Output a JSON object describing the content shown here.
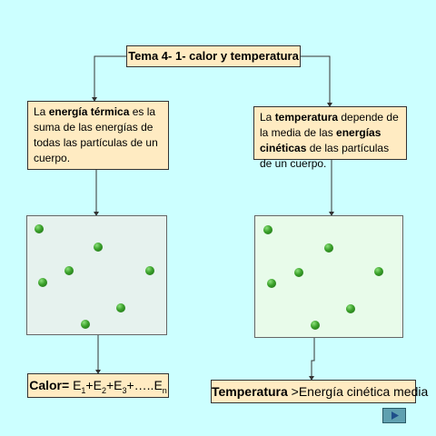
{
  "title": "Tema 4- 1- calor y temperatura",
  "left": {
    "desc_pre": "La ",
    "desc_term": "energía térmica",
    "desc_post": " es la suma de las energías de todas las partículas de un cuerpo.",
    "formula_label": "Calor=",
    "formula_terms": [
      "E",
      "1",
      "+E",
      "2",
      "+E",
      "3",
      "+…..E",
      "n"
    ]
  },
  "right": {
    "desc_pre": "La ",
    "desc_term1": "temperatura",
    "desc_mid": " depende de la media de las ",
    "desc_term2": "energías cinéticas",
    "desc_post": " de las partículas de un cuerpo.",
    "formula_label": "Temperatura",
    "formula_rest": " >Energía cinética media"
  },
  "particle_color": "#3aa02a",
  "background_color": "#ccffff",
  "box_color": "#ffebc2",
  "nav": {
    "next_icon": "play-triangle-icon"
  }
}
